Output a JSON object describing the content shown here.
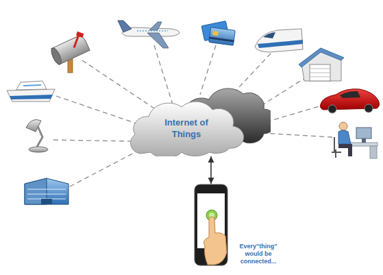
{
  "diagram": {
    "nodes": [
      {
        "text": [
          "Internet of Things"
        ]
      },
      {
        "text": [
          "Every\"thing\" would be connected..."
        ]
      }
    ],
    "edges": [
      {
        "from": 0,
        "to": 1,
        "arrow": "both"
      }
    ]
  }
}
